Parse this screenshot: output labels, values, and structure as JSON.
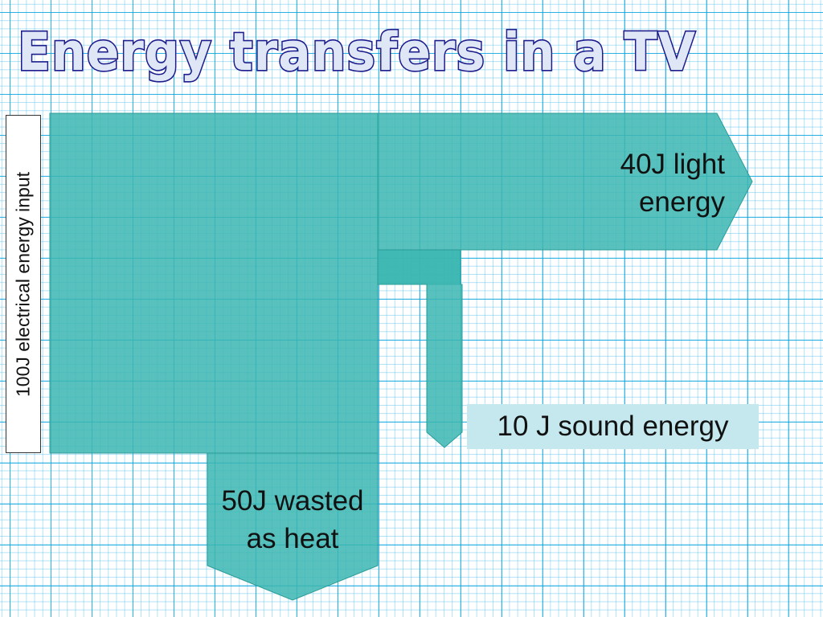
{
  "title": "Energy transfers in a TV",
  "input_label": "100J electrical energy input",
  "outputs": {
    "light": {
      "line1": "40J light",
      "line2": "energy"
    },
    "heat": {
      "line1": "50J wasted",
      "line2": "as heat"
    },
    "sound": {
      "label": "10 J sound energy"
    }
  },
  "colors": {
    "flow_fill": "#3cb6b2",
    "grid_line": "#00a0dc",
    "title_outline": "#1c1c8c",
    "title_fill": "#dfe7f7",
    "sound_label_bg": "#c4e8ee"
  }
}
